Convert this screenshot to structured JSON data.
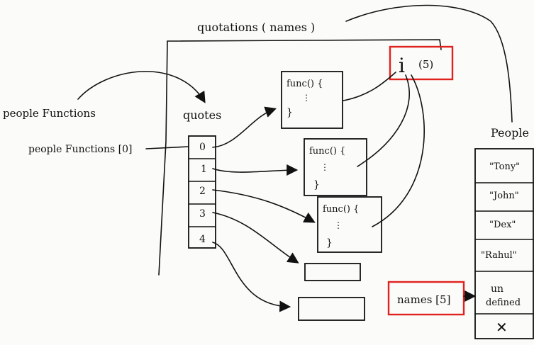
{
  "labels": {
    "top": "quotations ( names )",
    "people_functions": "people Functions",
    "people_functions_0": "people Functions [0]",
    "quotes": "quotes",
    "people": "People",
    "i_var": "i",
    "i_value": "(5)",
    "names5": "names [5]"
  },
  "quotes_indices": [
    "0",
    "1",
    "2",
    "3",
    "4"
  ],
  "func_box": {
    "line1": "func() {",
    "line2": "⋮",
    "line3": "}"
  },
  "people_items": [
    "\"Tony\"",
    "\"John\"",
    "\"Dex\"",
    "\"Rahul\""
  ],
  "undefined_cell": {
    "line1": "un",
    "line2": "defined",
    "mark": "✕"
  },
  "colors": {
    "ink": "#111111",
    "highlight": "#e0221f"
  }
}
